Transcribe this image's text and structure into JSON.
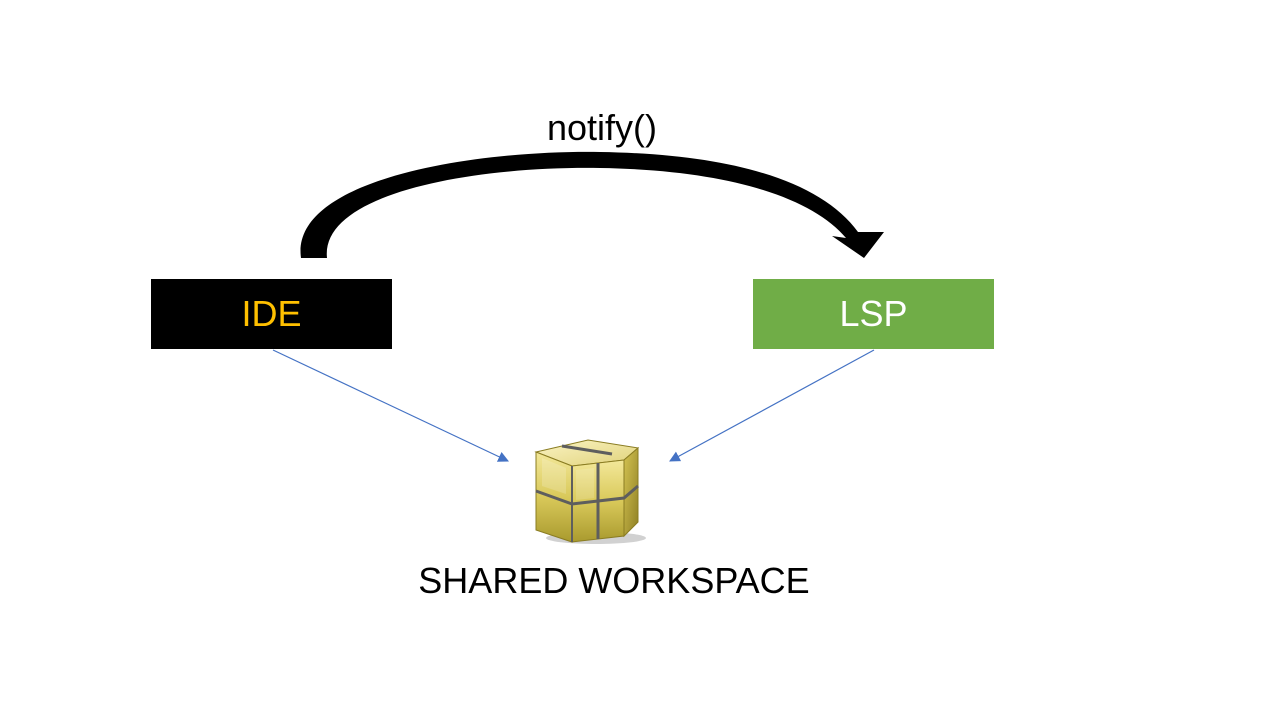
{
  "notify_label": "notify()",
  "ide": {
    "label": "IDE",
    "text_color": "#ffc000",
    "fill": "#000000"
  },
  "lsp": {
    "label": "LSP",
    "text_color": "#ffffff",
    "fill": "#70ad47"
  },
  "connector_color": "#4472c4",
  "workspace": {
    "icon": "package-cube-icon",
    "label": "SHARED WORKSPACE"
  }
}
